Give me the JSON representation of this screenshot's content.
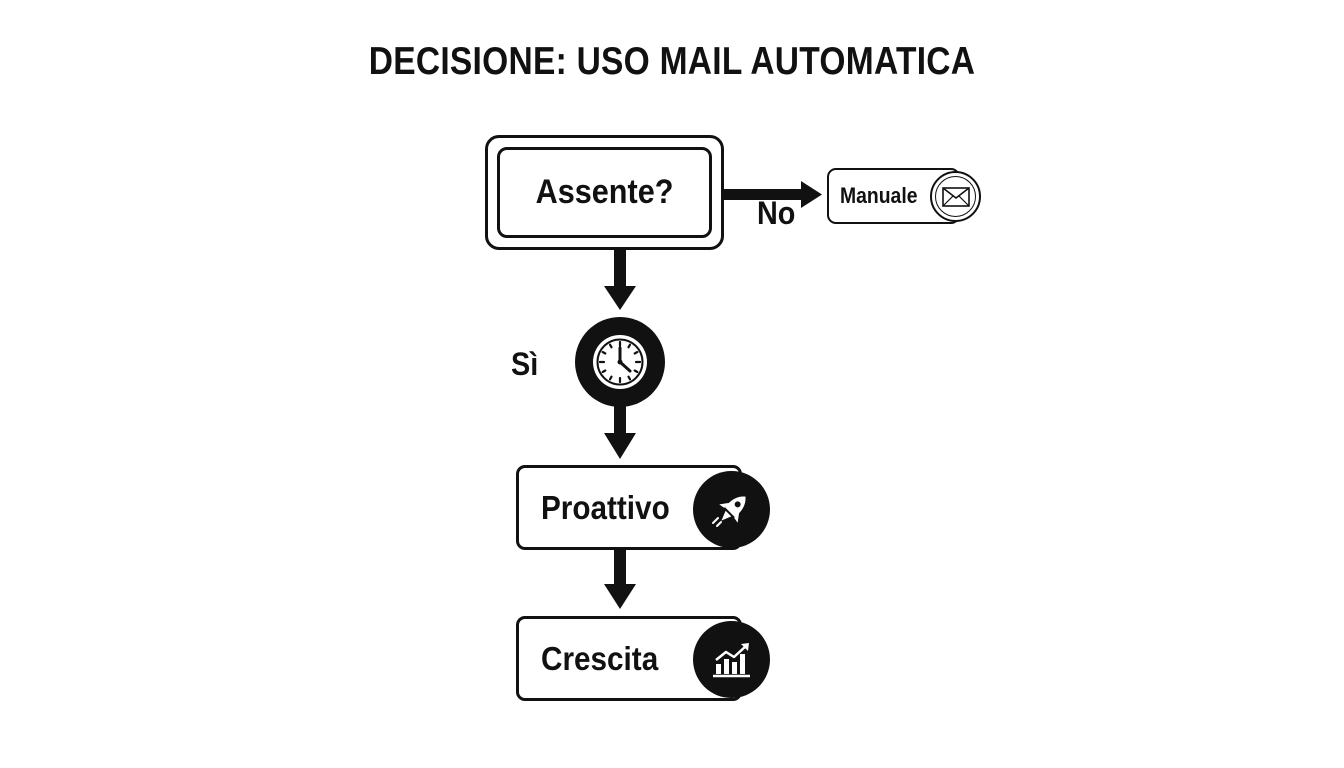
{
  "diagram": {
    "title": "DECISIONE: USO MAIL AUTOMATICA",
    "decision": {
      "label": "Assente?"
    },
    "manual": {
      "label": "Manuale",
      "icon": "envelope-icon"
    },
    "proactive": {
      "label": "Proattivo",
      "icon": "rocket-icon"
    },
    "growth": {
      "label": "Crescita",
      "icon": "bar-chart-icon"
    },
    "branch_no": "No",
    "branch_yes": "Sì",
    "timer_icon": "clock-icon"
  },
  "colors": {
    "ink": "#111111",
    "background": "#ffffff"
  }
}
